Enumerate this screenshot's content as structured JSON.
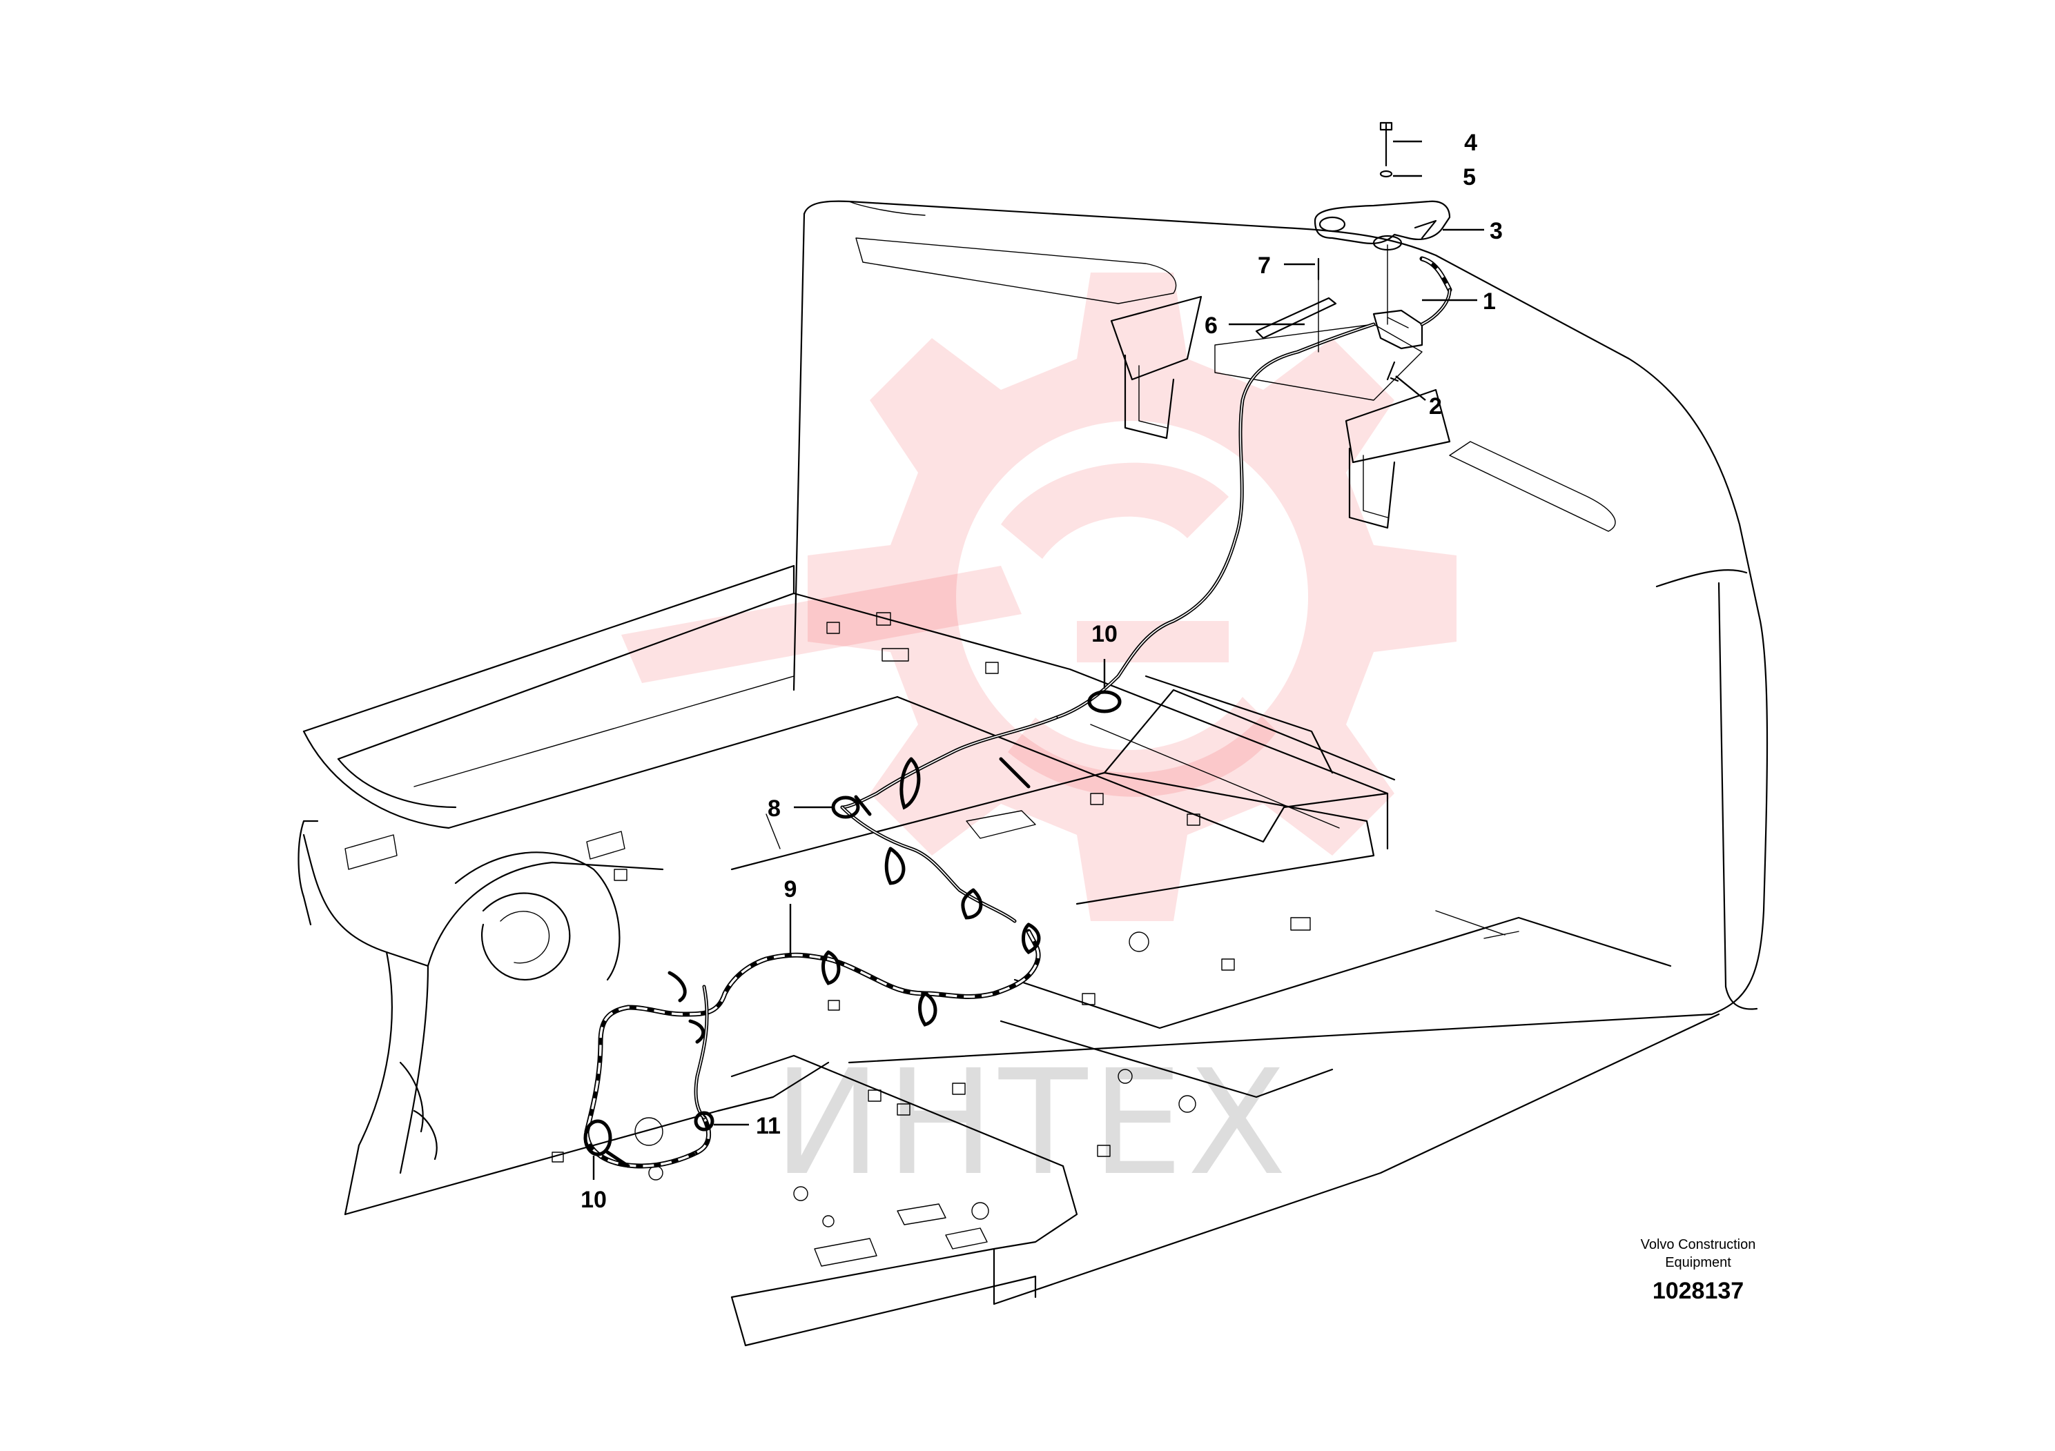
{
  "callouts": [
    "1",
    "2",
    "3",
    "4",
    "5",
    "6",
    "7",
    "8",
    "9",
    "10",
    "10",
    "11"
  ],
  "credit": {
    "line1": "Volvo Construction",
    "line2": "Equipment"
  },
  "document_number": "1028137",
  "watermark": {
    "text": "ИНТЕХ",
    "icon": "gear-logo-icon",
    "color": "#ee1c25"
  }
}
